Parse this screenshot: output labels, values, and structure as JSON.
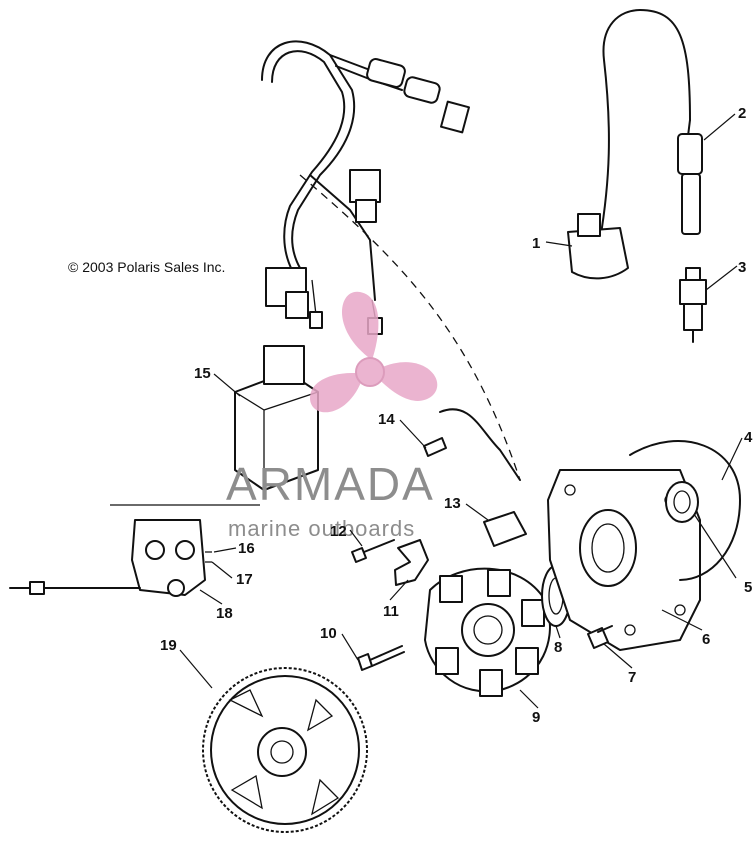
{
  "copyright": "© 2003 Polaris Sales Inc.",
  "watermark": {
    "brand": "ARMADA",
    "subtitle": "marine outboards",
    "accent_color": "#e8a8c8",
    "text_color": "#8d8d8d"
  },
  "callouts": {
    "c1": "1",
    "c2": "2",
    "c3": "3",
    "c4": "4",
    "c5": "5",
    "c6": "6",
    "c7": "7",
    "c8": "8",
    "c9": "9",
    "c10": "10",
    "c11": "11",
    "c12": "12",
    "c13": "13",
    "c14": "14",
    "c15": "15",
    "c16": "16",
    "c17": "17",
    "c18": "18",
    "c19": "19"
  }
}
